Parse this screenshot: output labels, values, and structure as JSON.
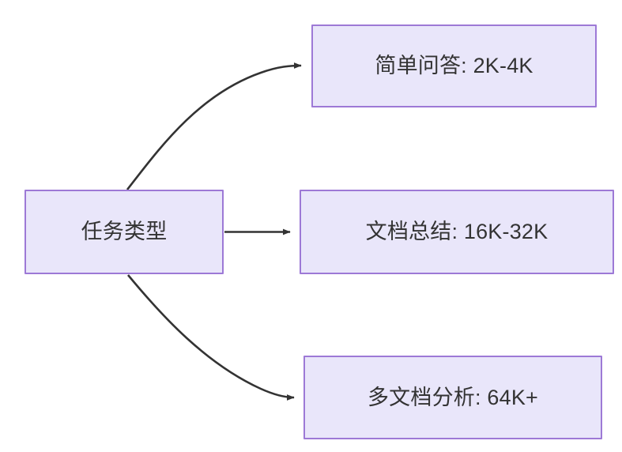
{
  "diagram": {
    "type": "flowchart",
    "direction": "left-to-right",
    "background_color": "#ffffff",
    "node_fill_color": "#e9e6fa",
    "node_border_color": "#9d79d6",
    "node_text_color": "#333333",
    "edge_color": "#333333",
    "nodes": [
      {
        "id": "source",
        "label": "任务类型"
      },
      {
        "id": "simple_qa",
        "label": "简单问答: 2K-4K"
      },
      {
        "id": "doc_summary",
        "label": "文档总结: 16K-32K"
      },
      {
        "id": "multi_doc",
        "label": "多文档分析: 64K+"
      }
    ],
    "edges": [
      {
        "from": "source",
        "to": "simple_qa",
        "style": "curved",
        "arrow": "arrowhead-icon"
      },
      {
        "from": "source",
        "to": "doc_summary",
        "style": "straight",
        "arrow": "arrowhead-icon"
      },
      {
        "from": "source",
        "to": "multi_doc",
        "style": "curved",
        "arrow": "arrowhead-icon"
      }
    ]
  }
}
